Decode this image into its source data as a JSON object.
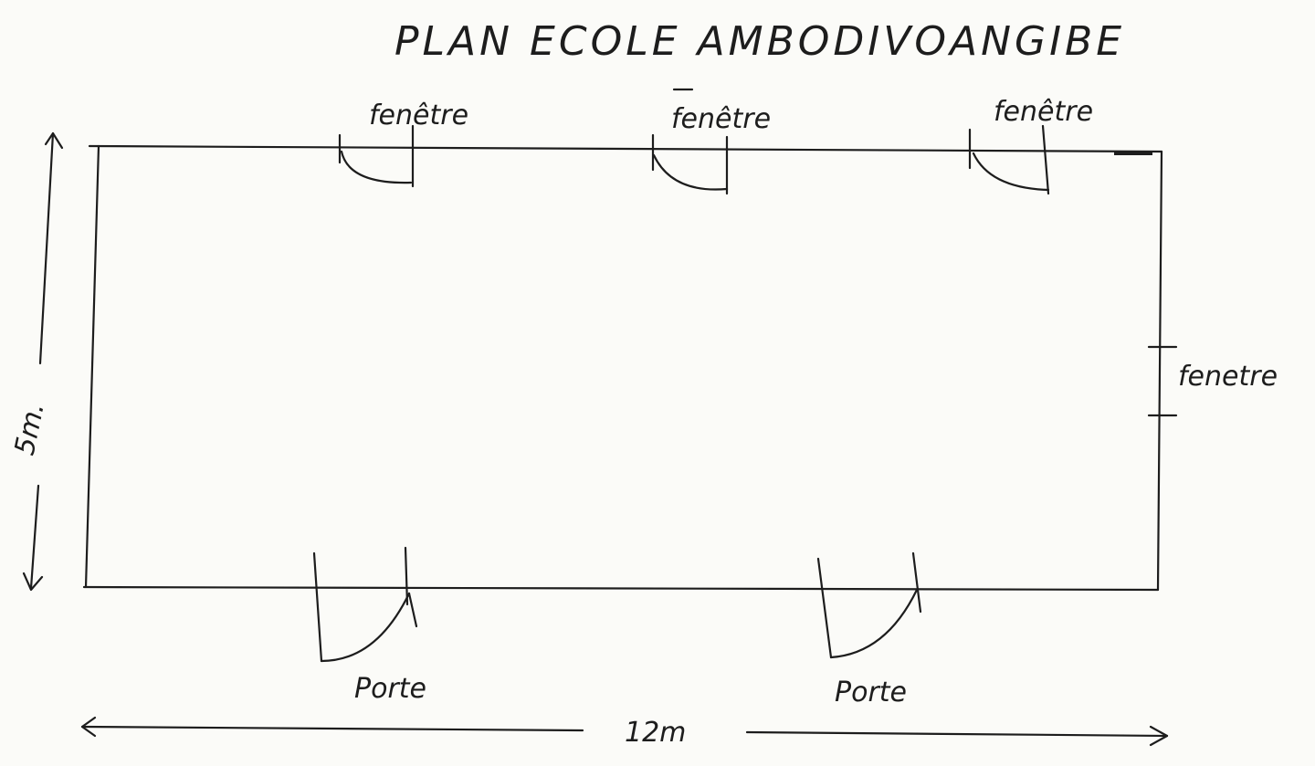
{
  "title": "PLAN ECOLE AMBODIVOANGIBE",
  "labels": {
    "window_top_1": "fenêtre",
    "window_top_2": "fenêtre",
    "window_top_3": "fenêtre",
    "window_right": "fenetre",
    "door_1": "Porte",
    "door_2": "Porte"
  },
  "dimensions": {
    "height": "5m.",
    "width": "12m"
  },
  "colors": {
    "ink": "#1d1d1d",
    "paper": "#fbfbf8"
  }
}
